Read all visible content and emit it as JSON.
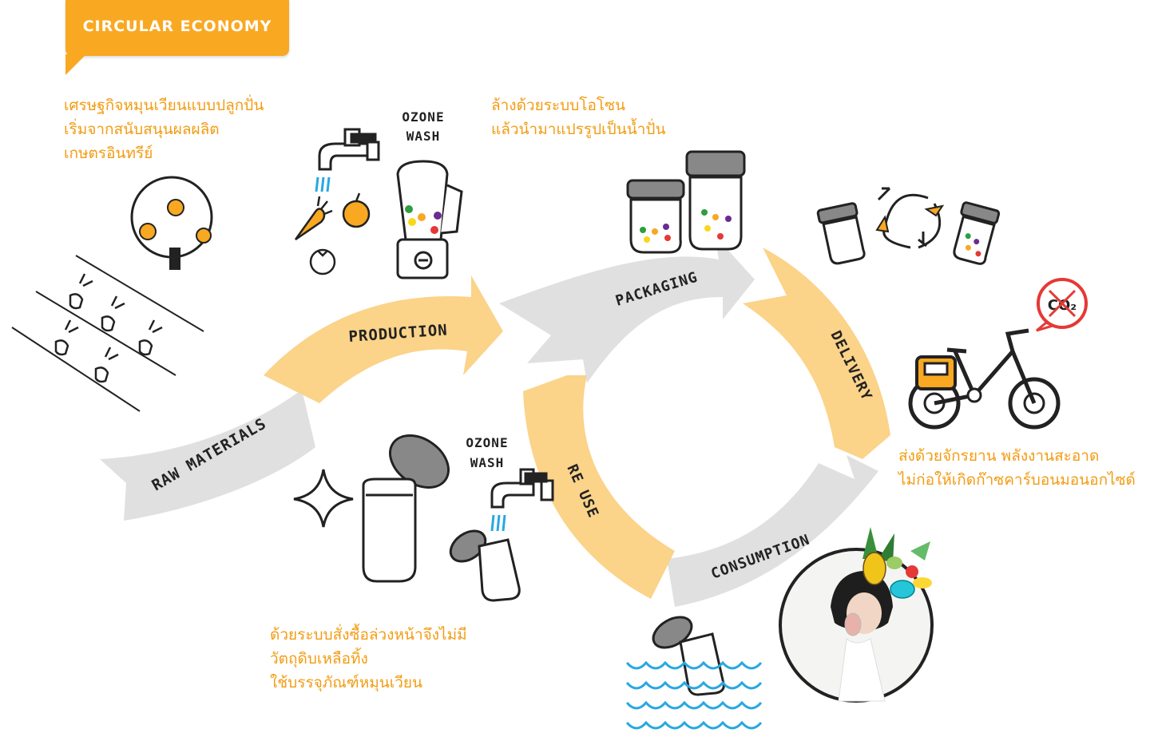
{
  "badge": {
    "label": "CIRCULAR ECONOMY"
  },
  "captions": {
    "raw_materials": "เศรษฐกิจหมุนเวียนแบบปลูกปั่น\nเริ่มจากสนับสนุนผลผลิต\nเกษตรอินทรีย์",
    "production": "ล้างด้วยระบบโอโซน\nแล้วนำมาแปรรูปเป็นน้ำปั่น",
    "delivery": "ส่งด้วยจักรยาน พลังงานสะอาด\nไม่ก่อให้เกิดก๊าซคาร์บอนมอนอกไซด์",
    "reuse": "ด้วยระบบสั่งซื้อล่วงหน้าจึงไม่มี\nวัตถุดิบเหลือทิ้ง\nใช้บรรจุภัณฑ์หมุนเวียน"
  },
  "stages": {
    "raw_materials": "RAW MATERIALS",
    "production": "PRODUCTION",
    "packaging": "PACKAGING",
    "delivery": "DELIVERY",
    "consumption": "CONSUMPTION",
    "reuse": "RE USE"
  },
  "labels": {
    "ozone_wash_top_1": "OZONE",
    "ozone_wash_top_2": "WASH",
    "ozone_wash_bottom_1": "OZONE",
    "ozone_wash_bottom_2": "WASH",
    "co2": "CO₂"
  },
  "colors": {
    "accent": "#f9a822",
    "caption": "#f39c12",
    "arrow_yellow": "#fbd389",
    "arrow_gray": "#e0e0e0",
    "water": "#29a8e0",
    "no_co2": "#e53935"
  }
}
